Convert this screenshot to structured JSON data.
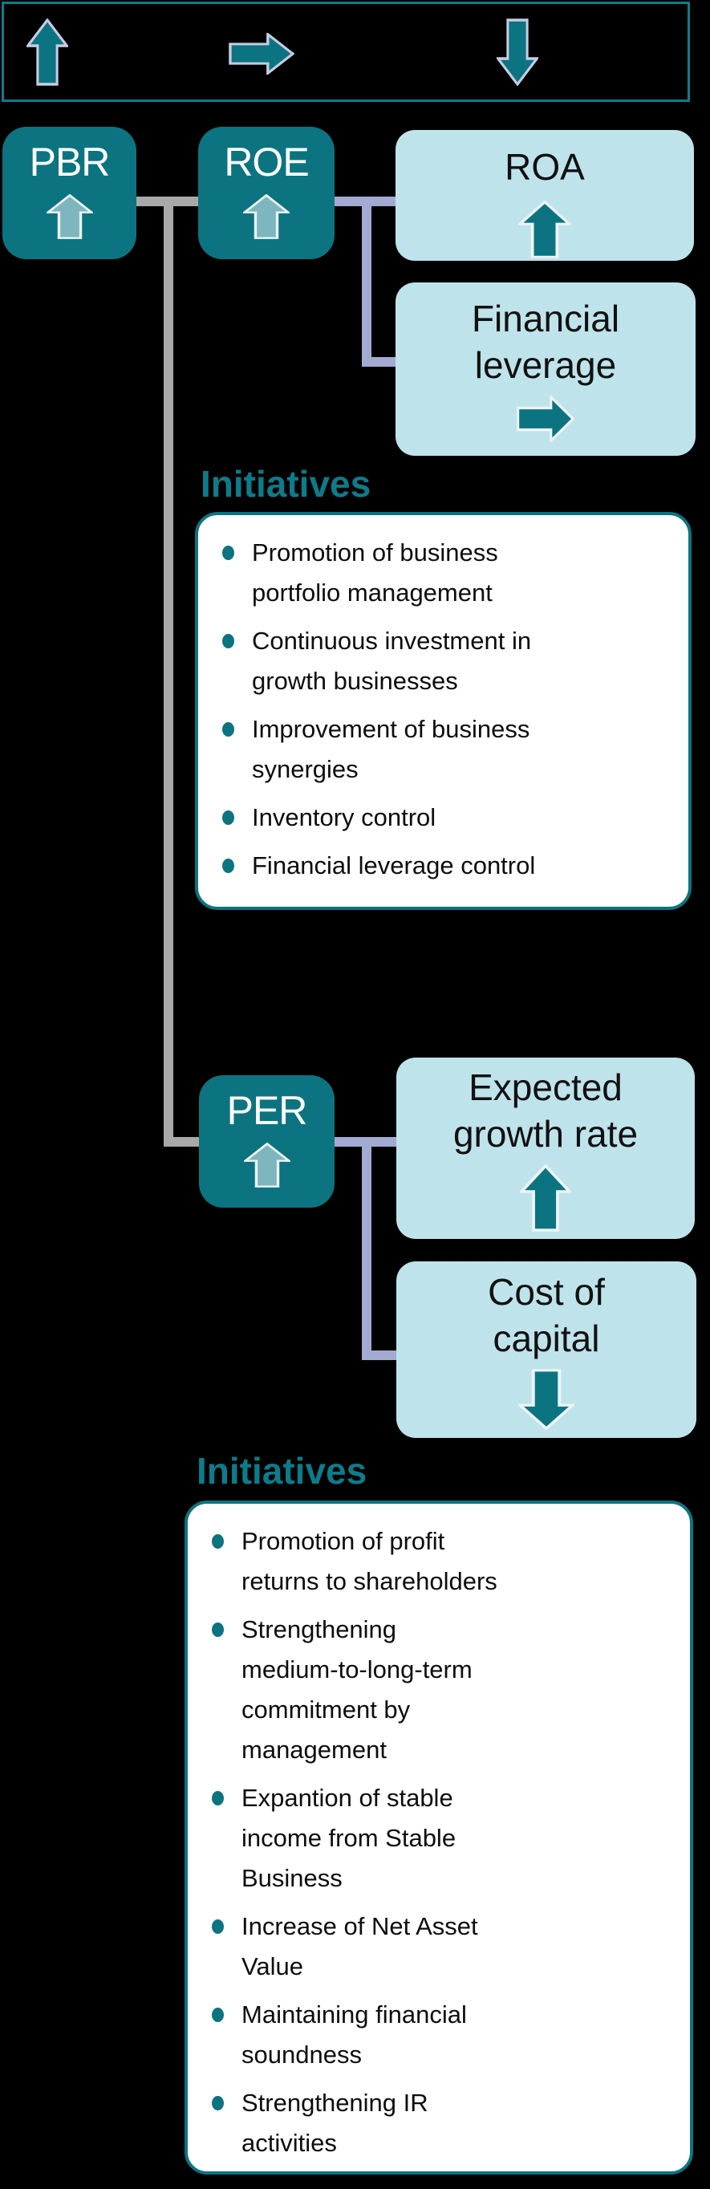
{
  "colors": {
    "background": "#000000",
    "teal_box": "#0c7480",
    "light_blue_box": "#bfe3ea",
    "legend_border": "#0f7c8c",
    "initiatives_heading": "#0d7b8a",
    "bullet": "#0c7480",
    "gray_connector": "#a9a9a9",
    "lavender_connector": "#a3aad1",
    "arrow_light_fill": "#7db6bf",
    "arrow_dark_fill": "#0c7480",
    "arrow_outline": "#eef3f6"
  },
  "legend": {
    "arrows": [
      "up",
      "right",
      "down"
    ]
  },
  "tree": {
    "pbr": {
      "label": "PBR",
      "arrow": "up"
    },
    "roe": {
      "label": "ROE",
      "arrow": "up"
    },
    "roa": {
      "label": "ROA",
      "arrow": "up"
    },
    "financial_leverage": {
      "label": "Financial\nleverage",
      "arrow": "right"
    },
    "per": {
      "label": "PER",
      "arrow": "up"
    },
    "expected_growth_rate": {
      "label": "Expected\ngrowth rate",
      "arrow": "up"
    },
    "cost_of_capital": {
      "label": "Cost of\ncapital",
      "arrow": "down"
    }
  },
  "initiatives_roe": {
    "heading": "Initiatives",
    "items": [
      "Promotion of business\nportfolio management",
      "Continuous investment in\ngrowth businesses",
      "Improvement of business\nsynergies",
      "Inventory control",
      "Financial leverage control"
    ]
  },
  "initiatives_per": {
    "heading": "Initiatives",
    "items": [
      "Promotion of profit\nreturns to shareholders",
      "Strengthening\nmedium-to-long-term\ncommitment by\nmanagement",
      "Expantion of stable\nincome from Stable\nBusiness",
      "Increase of Net Asset\nValue",
      "Maintaining financial\nsoundness",
      "Strengthening IR\nactivities"
    ]
  }
}
